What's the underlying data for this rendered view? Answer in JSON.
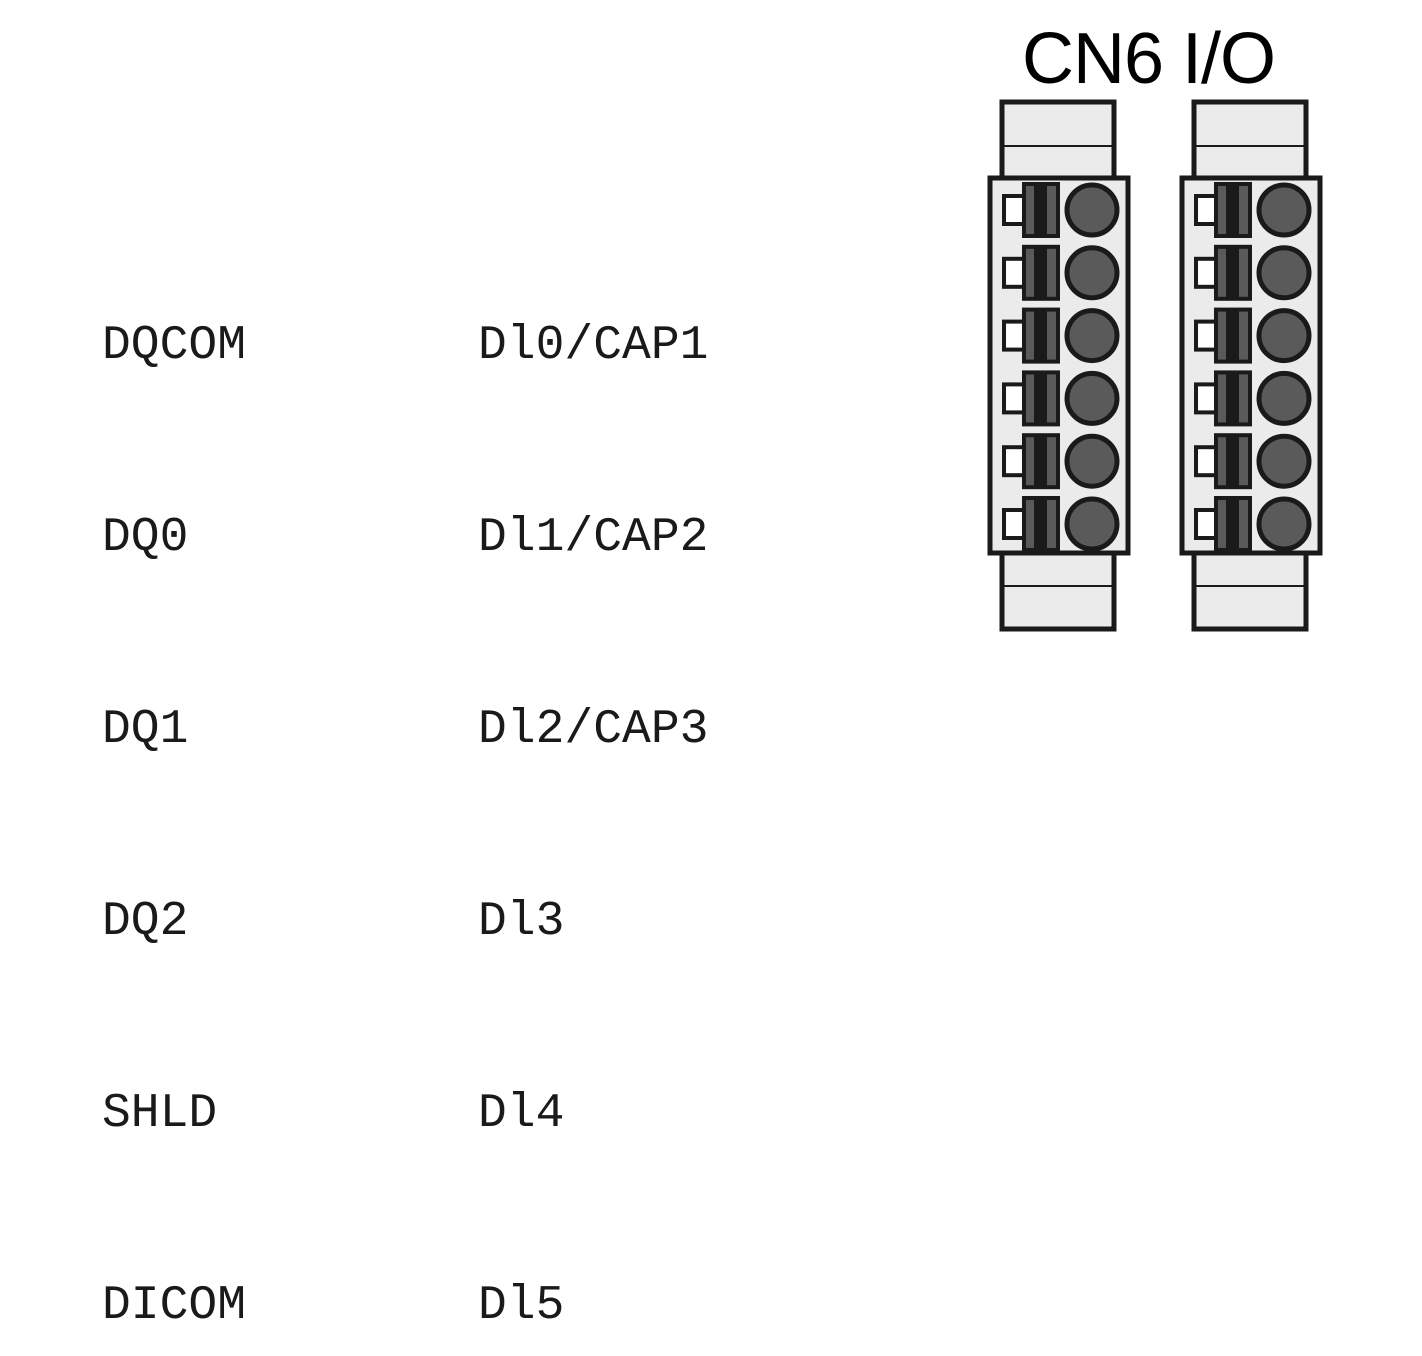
{
  "title": "CN6 I/O",
  "pins_left": [
    "DQCOM",
    "DQ0",
    "DQ1",
    "DQ2",
    "SHLD",
    "DICOM"
  ],
  "pins_right": [
    "Dl0/CAP1",
    "Dl1/CAP2",
    "Dl2/CAP3",
    "Dl3",
    "Dl4",
    "Dl5"
  ],
  "colors": {
    "housing": "#ebebeb",
    "terminal_dark": "#5a5a5a",
    "outline": "#1a1a1a"
  },
  "connectors": [
    {
      "name": "connector-left",
      "terminals": 6
    },
    {
      "name": "connector-right",
      "terminals": 6
    }
  ]
}
